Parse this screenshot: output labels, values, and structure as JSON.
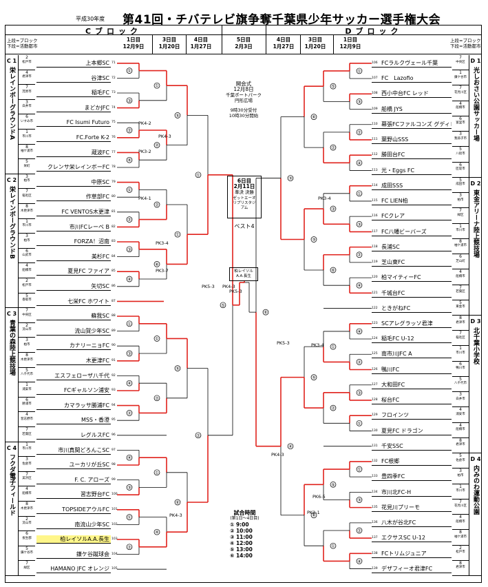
{
  "header": {
    "era": "平成30年度",
    "title": "第41回・チバテレビ旗争奪千葉県少年サッカー選手権大会"
  },
  "blocks": {
    "left": "Cブロック",
    "right": "Dブロック"
  },
  "legend": {
    "left": [
      "上段=ブロック",
      "下段=活動都市"
    ],
    "right": [
      "上段=ブロック",
      "下段=活動都市"
    ]
  },
  "columns": {
    "left": [
      {
        "label": "1日目",
        "date": "12月9日"
      },
      {
        "label": "3日目",
        "date": "1月20日"
      },
      {
        "label": "4日目",
        "date": "1月27日"
      }
    ],
    "center": {
      "label": "5日目",
      "date": "2月3日"
    },
    "right": [
      {
        "label": "4日目",
        "date": "1月27日"
      },
      {
        "label": "3日目",
        "date": "1月20日"
      },
      {
        "label": "1日目",
        "date": "12月9日"
      }
    ]
  },
  "center_info": {
    "opening": [
      "開会式",
      "12月8日",
      "千葉ポートパーク",
      "円形広場",
      "",
      "9時30分受付",
      "10時30分開始"
    ],
    "day6": [
      "6日目",
      "2月11日",
      "準決 決勝",
      "ゼットエーオ",
      "リプリスタジ",
      "アム"
    ],
    "best4": "ベスト4",
    "champion": [
      "柏レイソル",
      "A.A.長生"
    ],
    "times_title": "試合時間",
    "times_sub": "(第1日〜4日目)",
    "times": [
      "① 9:00",
      "② 10:00",
      "③ 11:00",
      "④ 12:00",
      "⑤ 13:00",
      "⑥ 14:00"
    ]
  },
  "venues_left": [
    {
      "block": "C 1",
      "venue": "栄レインボーグラウンドA"
    },
    {
      "block": "C 2",
      "venue": "栄レインボーグラウンドB"
    },
    {
      "block": "C 3",
      "venue": "青葉の森陸上競技場"
    },
    {
      "block": "C 4",
      "venue": "フクダ電子フィールド"
    }
  ],
  "venues_right": [
    {
      "block": "D 1",
      "venue": "光しおさい公園サッカー場"
    },
    {
      "block": "D 2",
      "venue": "東金アリーナ陸上競技場"
    },
    {
      "block": "D 3",
      "venue": "北千葉小学校"
    },
    {
      "block": "D 4",
      "venue": "内みのわ運動公園"
    }
  ],
  "teams_left": [
    {
      "rank": "2",
      "city": "松戸市",
      "name": "上本郷SC",
      "no": "71"
    },
    {
      "rank": "4",
      "city": "君津市",
      "name": "谷津SC",
      "no": "72"
    },
    {
      "rank": "7",
      "city": "茂原市",
      "name": "稲毛FC",
      "no": "73"
    },
    {
      "rank": "3",
      "city": "白井市",
      "name": "まどかJFC",
      "no": "74"
    },
    {
      "rank": "6",
      "city": "いすみ市",
      "name": "FC Isumi Futuro",
      "no": "75"
    },
    {
      "rank": "1",
      "city": "市川市",
      "name": "FC.Forte K-2",
      "no": "76"
    },
    {
      "rank": "8",
      "city": "袖ケ浦市",
      "name": "蔵波FC",
      "no": "77"
    },
    {
      "rank": "5",
      "city": "栄町",
      "name": "クレンサ栄レインボーFC",
      "no": "78"
    },
    {
      "rank": "3",
      "city": "柏市",
      "name": "中原SC",
      "no": "79"
    },
    {
      "rank": "7",
      "city": "稲毛区",
      "name": "作草部FC",
      "no": "80"
    },
    {
      "rank": "8",
      "city": "木更津市",
      "name": "FC VENTOS木更津",
      "no": "81"
    },
    {
      "rank": "1",
      "city": "市川市",
      "name": "市川FCレーベ B",
      "no": "82"
    },
    {
      "rank": "3",
      "city": "柏市",
      "name": "FORZA！沼南",
      "no": "83"
    },
    {
      "rank": "6",
      "city": "山武市",
      "name": "美杉FC",
      "no": "84"
    },
    {
      "rank": "4",
      "city": "船橋市",
      "name": "夏見FC ファイア",
      "no": "85"
    },
    {
      "rank": "2",
      "city": "松戸市",
      "name": "矢切SC",
      "no": "86"
    },
    {
      "rank": "5",
      "city": "香取市",
      "name": "七栄FC ホワイト",
      "no": "87"
    },
    {
      "rank": "7",
      "city": "中央区",
      "name": "蘇我SC",
      "no": "88"
    },
    {
      "rank": "2",
      "city": "流山市",
      "name": "流山賀少年SC",
      "no": "89"
    },
    {
      "rank": "3",
      "city": "柏市",
      "name": "カナリーニョFC",
      "no": "90"
    },
    {
      "rank": "8",
      "city": "木更津市",
      "name": "木更津FC",
      "no": "91"
    },
    {
      "rank": "5",
      "city": "八千代市",
      "name": "エスフェローザ八千代",
      "no": "92"
    },
    {
      "rank": "1",
      "city": "浦安市",
      "name": "FCギャルソン浦安",
      "no": "93"
    },
    {
      "rank": "6",
      "city": "勝浦市",
      "name": "カマラッサ勝浦FC",
      "no": "94"
    },
    {
      "rank": "4",
      "city": "習志野市",
      "name": "MSS・香澄",
      "no": "95"
    },
    {
      "rank": "7",
      "city": "若葉区",
      "name": "レグルスFC",
      "no": "96"
    },
    {
      "rank": "1",
      "city": "市川市",
      "name": "市川真間どろんこSC",
      "no": "97"
    },
    {
      "rank": "3",
      "city": "佐倉市",
      "name": "ユーカリが丘SC",
      "no": "98"
    },
    {
      "rank": "7",
      "city": "美浜区",
      "name": "F. C. アローズ",
      "no": "99"
    },
    {
      "rank": "4",
      "city": "船橋市",
      "name": "習志野台FC",
      "no": "100"
    },
    {
      "rank": "8",
      "city": "木更津市",
      "name": "TOPSIDEアウルFC",
      "no": "101"
    },
    {
      "rank": "2",
      "city": "流山市",
      "name": "南流山少年SC",
      "no": "102"
    },
    {
      "rank": "6",
      "city": "長生郡",
      "name": "柏レイソルA.A.長生",
      "no": "103",
      "highlight": true
    },
    {
      "rank": "5",
      "city": "鎌ケ谷市",
      "name": "鎌ケ谷蹴球会",
      "no": "104"
    },
    {
      "rank": "7",
      "city": "緑区",
      "name": "HAMANO JFC オレンジ",
      "no": "105"
    }
  ],
  "teams_right": [
    {
      "no": "106",
      "name": "FCラルクヴェール千葉",
      "rank": "7",
      "city": "中央区"
    },
    {
      "no": "107",
      "name": "FC　Lazofio",
      "rank": "1",
      "city": "鎌ケ谷市"
    },
    {
      "no": "108",
      "name": "西小中台FC レッド",
      "rank": "7",
      "city": "花見川区"
    },
    {
      "no": "109",
      "name": "船橋 JYS",
      "rank": "4",
      "city": "船橋市"
    },
    {
      "no": "110",
      "name": "幕張FCファルコンズ グディレ",
      "rank": "6",
      "city": "富里市"
    },
    {
      "no": "111",
      "name": "葉野山SSS",
      "rank": "3",
      "city": "我孫子市"
    },
    {
      "no": "112",
      "name": "勝田台FC",
      "rank": "5",
      "city": "八街市"
    },
    {
      "no": "113",
      "name": "光・Eggs FC",
      "rank": "6",
      "city": "匝瑳市"
    },
    {
      "no": "114",
      "name": "成田SSS",
      "rank": "5",
      "city": "成田市"
    },
    {
      "no": "115",
      "name": "FC LIEN柏",
      "rank": "3",
      "city": "柏市"
    },
    {
      "no": "116",
      "name": "FCクレア",
      "rank": "7",
      "city": "緑区"
    },
    {
      "no": "117",
      "name": "FC八幡ビーバーズ",
      "rank": "1",
      "city": "市川市"
    },
    {
      "no": "118",
      "name": "長浦SC",
      "rank": "8",
      "city": "袖ケ浦市"
    },
    {
      "no": "119",
      "name": "芝山東FC",
      "rank": "6",
      "city": "芝山町"
    },
    {
      "no": "120",
      "name": "柏マイティーFC",
      "rank": "4",
      "city": "船橋市"
    },
    {
      "no": "121",
      "name": "千城台FC",
      "rank": "7",
      "city": "若葉区"
    },
    {
      "no": "122",
      "name": "ときがねFC",
      "rank": "5",
      "city": "東金市"
    },
    {
      "no": "123",
      "name": "SCアレグラッソ君津",
      "rank": "8",
      "city": "君津市"
    },
    {
      "no": "124",
      "name": "稲毛FC U-12",
      "rank": "7",
      "city": "稲毛区"
    },
    {
      "no": "125",
      "name": "南市川JFC A",
      "rank": "1",
      "city": "市川市"
    },
    {
      "no": "126",
      "name": "鴨川FC",
      "rank": "6",
      "city": "鴨川市"
    },
    {
      "no": "127",
      "name": "大和田FC",
      "rank": "5",
      "city": "八千代市"
    },
    {
      "no": "128",
      "name": "桜台FC",
      "rank": "3",
      "city": "白井市"
    },
    {
      "no": "129",
      "name": "フロインツ",
      "rank": "4",
      "city": "浦安市"
    },
    {
      "no": "130",
      "name": "夏見FC ドラゴン",
      "rank": "4",
      "city": "船橋市"
    },
    {
      "no": "131",
      "name": "千安SSC",
      "rank": "8",
      "city": "君津市"
    },
    {
      "no": "132",
      "name": "FC根郷",
      "rank": "5",
      "city": "佐倉市"
    },
    {
      "no": "133",
      "name": "豊四季FC",
      "rank": "3",
      "city": "柏市"
    },
    {
      "no": "134",
      "name": "市川北FC-H",
      "rank": "1",
      "city": "市川市"
    },
    {
      "no": "135",
      "name": "花見川プリーモ",
      "rank": "7",
      "city": "花見川区"
    },
    {
      "no": "136",
      "name": "八木が谷北FC",
      "rank": "4",
      "city": "船橋市"
    },
    {
      "no": "137",
      "name": "エクサスSC U-12",
      "rank": "8",
      "city": "袖ケ浦市"
    },
    {
      "no": "138",
      "name": "FCトリムジュニア",
      "rank": "2",
      "city": "松戸市"
    },
    {
      "no": "139",
      "name": "デザフィーオ君津FC",
      "rank": "8",
      "city": "君津市"
    }
  ],
  "pk_labels": [
    "PK4-2",
    "PK4-3",
    "PK3-2",
    "PK4-1",
    "PK3-4",
    "PK3-7",
    "PK5-3",
    "PK4-3",
    "PK5-3",
    "PK3-4",
    "PK3-4",
    "PK4-3",
    "PK6-5",
    "PK2-1",
    "PK4-3",
    "PK5-3"
  ],
  "style": {
    "winner_line": "#e0211b",
    "highlight": "#fff68a"
  }
}
